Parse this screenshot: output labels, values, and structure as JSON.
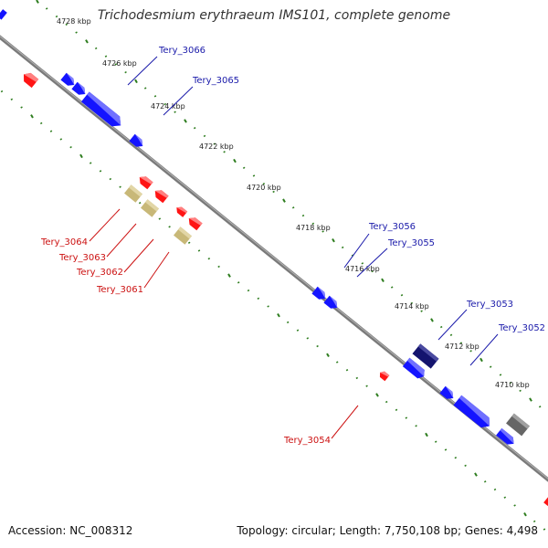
{
  "title": "Trichodesmium erythraeum IMS101, complete genome",
  "footer": {
    "accession": "Accession: NC_008312",
    "summary": "Topology: circular; Length: 7,750,108 bp; Genes: 4,498"
  },
  "colors": {
    "backbone": "#7a7a7a",
    "tick": "#2e7d1f",
    "forward_gene": "#1414ff",
    "forward_dark_gene": "#14146e",
    "reverse_gene": "#ff1414",
    "other_gene": "#c8b878",
    "grey_gene": "#777777",
    "forward_label": "#1a1aaa",
    "reverse_label": "#cc1111"
  },
  "kbp_labels": [
    "4728 kbp",
    "4726 kbp",
    "4724 kbp",
    "4722 kbp",
    "4720 kbp",
    "4718 kbp",
    "4716 kbp",
    "4714 kbp",
    "4712 kbp",
    "4710 kbp"
  ],
  "gene_labels_forward": [
    "Tery_3066",
    "Tery_3065",
    "Tery_3056",
    "Tery_3055",
    "Tery_3053",
    "Tery_3052"
  ],
  "gene_labels_reverse": [
    "Tery_3064",
    "Tery_3063",
    "Tery_3062",
    "Tery_3061",
    "Tery_3054"
  ]
}
